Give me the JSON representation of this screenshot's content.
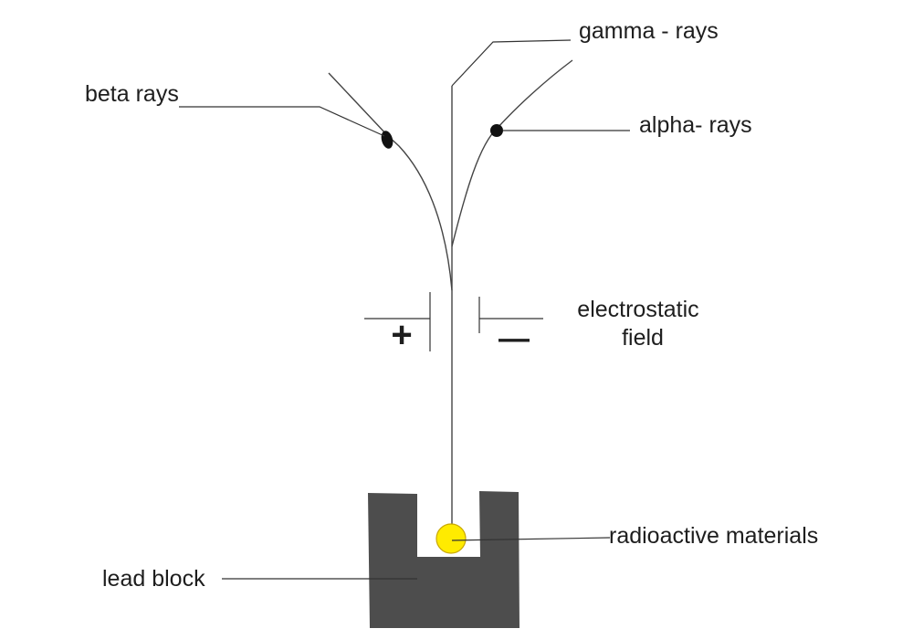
{
  "labels": {
    "gamma": "gamma - rays",
    "beta": "beta  rays",
    "alpha": "alpha-  rays",
    "field_line1": "electrostatic",
    "field_line2": "field",
    "source": "radioactive materials",
    "block": "lead block"
  },
  "signs": {
    "positive": "+",
    "negative": "—"
  },
  "colors": {
    "lead_block": "#4d4d4d",
    "source_fill": "#ffeb00",
    "source_stroke": "#c9a800",
    "particle": "#111111",
    "text": "#1e1e1e"
  }
}
